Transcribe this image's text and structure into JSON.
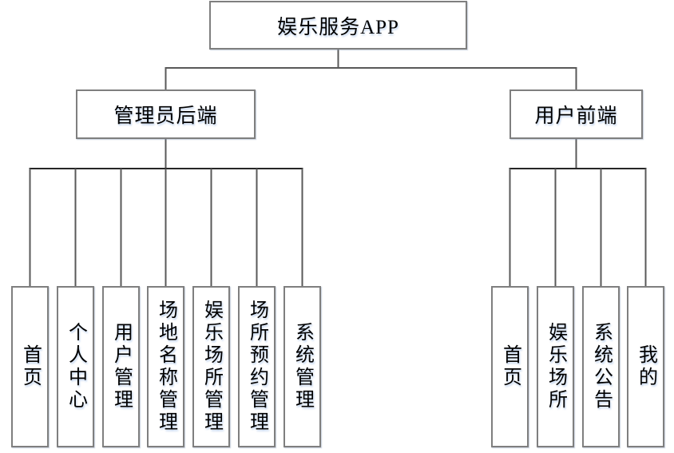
{
  "diagram": {
    "root_label": "娱乐服务APP",
    "branches": [
      {
        "label": "管理员后端",
        "children": [
          "首页",
          "个人中心",
          "用户管理",
          "场地名称管理",
          "娱乐场所管理",
          "场所预约管理",
          "系统管理"
        ]
      },
      {
        "label": "用户前端",
        "children": [
          "首页",
          "娱乐场所",
          "系统公告",
          "我的"
        ]
      }
    ],
    "colors": {
      "box_border": "#7f7f7f",
      "box_fill": "#ffffff",
      "connector_vertical": "#595959",
      "connector_bus": "#262626",
      "text": "#000000",
      "background": "#ffffff"
    }
  }
}
